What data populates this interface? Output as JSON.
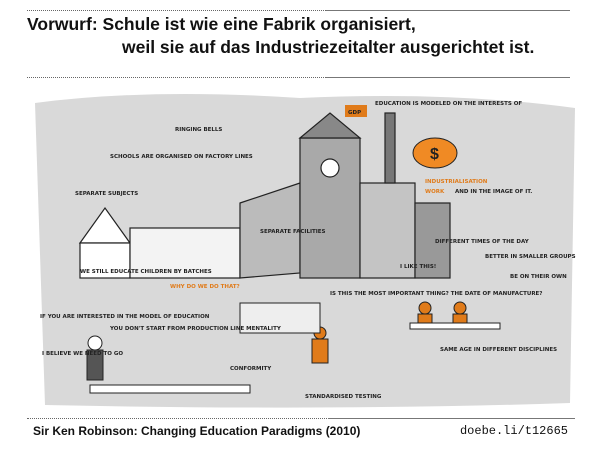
{
  "slide": {
    "title_label": "Vorwurf:",
    "title_line1": "Schule ist wie eine Fabrik organisiert,",
    "title_line2": "weil sie auf das Industriezeitalter ausgerichtet ist."
  },
  "illustration": {
    "accent_color": "#e07b1a",
    "background_color": "#d9d9d9",
    "labels": {
      "ringing_bells": "RINGING BELLS",
      "schools_organised": "SCHOOLS ARE ORGANISED ON FACTORY LINES",
      "separate_subjects": "SEPARATE SUBJECTS",
      "education_modeled": "EDUCATION IS MODELED ON THE INTERESTS OF",
      "gdp": "GDP",
      "industrialisation": "INDUSTRIALISATION",
      "work": "WORK",
      "and_in_image": "AND IN THE IMAGE OF IT.",
      "separate_facilities": "SEPARATE FACILITIES",
      "batches": "WE STILL EDUCATE CHILDREN BY BATCHES",
      "why": "WHY DO WE DO THAT?",
      "different_times": "DIFFERENT TIMES OF THE DAY",
      "smaller_groups": "BETTER IN SMALLER GROUPS",
      "own": "BE ON THEIR OWN",
      "this": "I LIKE THIS!",
      "important": "IS THIS THE MOST IMPORTANT THING? THE DATE OF MANUFACTURE?",
      "interested": "IF YOU ARE INTERESTED IN THE MODEL OF EDUCATION",
      "dont_start": "YOU DON'T START FROM PRODUCTION LINE MENTALITY",
      "believe": "I BELIEVE WE NEED TO GO",
      "conformity": "CONFORMITY",
      "testing": "STANDARDISED TESTING",
      "same_age": "SAME AGE IN DIFFERENT DISCIPLINES"
    }
  },
  "footer": {
    "source": "Sir Ken Robinson: Changing Education Paradigms (2010)",
    "link": "doebe.li/t12665"
  }
}
